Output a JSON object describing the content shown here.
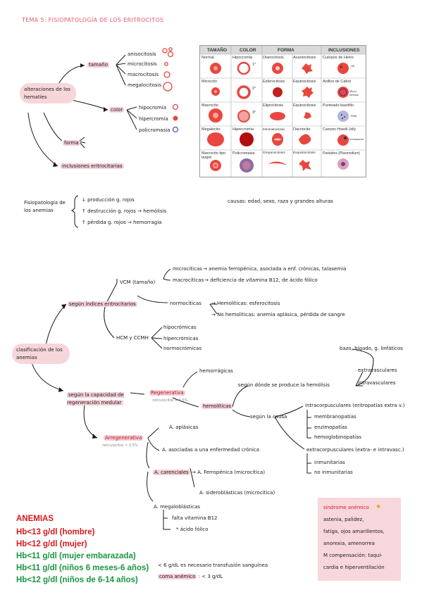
{
  "title": "TEMA 5: FISIOPATOLOGÍA DE LOS ERITROCITOS",
  "alteraciones": {
    "root": "alteraciones de los hematíes",
    "tamano": "tamaño",
    "tamano_items": [
      "anisocitosis",
      "microcitosis",
      "macrocitosis",
      "megalocitosis"
    ],
    "color": "color",
    "color_items": [
      "hipocromía",
      "hipercromía",
      "policromasia"
    ],
    "forma": "forma",
    "inclusiones": "inclusiones eritrocitarias"
  },
  "table": {
    "headers": [
      "TAMAÑO",
      "COLOR",
      "FORMA",
      "INCLUSIONES"
    ],
    "tamano": [
      "Normal",
      "Microcito",
      "Macrocito",
      "Megalocito",
      "Macrocito tipo target"
    ],
    "color": [
      "Hipocromía",
      "Hipercromía",
      "Policromasia"
    ],
    "color_markers": [
      "1°",
      "2°",
      "3°"
    ],
    "forma": [
      "Dianocitosis",
      "Acantocitosis",
      "Esferocitosis",
      "Equinocitosis",
      "Eliptocitosis",
      "Equinocitosis",
      "Estomatocitosis",
      "Dacriocito",
      "Drepanocitosis",
      "Esquistocitosis"
    ],
    "inclusiones": [
      "Cuerpos de Heinz",
      "Anillos de Cabot",
      "Punteado basófilo",
      "Cuerpos Howell-Jolly",
      "Parásitos (Plasmodium)"
    ],
    "inclusion_tags": [
      "Hb",
      "Micro-túbulos",
      "RNA",
      "Cromosoma"
    ]
  },
  "fisiopatologia": {
    "label": "Fisiopatología de los anemias",
    "items": [
      "↓ producción g. rojos",
      "↑ destrucción g. rojos → hemólisis",
      "↑ pérdida g. rojos → hemorragia"
    ],
    "causas": "causas: edad, sexo, raza y grandes alturas"
  },
  "clasificacion": {
    "root": "clasificación de los anemias",
    "indices": "según índices eritrocitarios",
    "vcm": "VCM (tamaño)",
    "microciticas": "microcíticas",
    "microciticas_desc": "→ anemia ferropénica, asociada a enf. crónicas, talasemia",
    "macrociticas": "macrocíticas",
    "macrociticas_desc": "→ deficiencia de vitamina B12, de ácido fólico",
    "normociticas": "normocíticas",
    "hemoliticas_line": "→ Hemolíticas: esferocitosis",
    "no_hemoliticas_line": "→ No hemolíticas: anemia aplásica, pérdida de sangre",
    "hcm": "HCM y CCMH",
    "hcm_items": [
      "hipocrómicas",
      "hipercrómicas",
      "normocrómicas"
    ],
    "capacidad": "según la capacidad de regeneración medular",
    "regenerativa": "Regenerativa",
    "regenerativa_note": "reticulocitos ≥ 0.5%",
    "hemorragicas": "hemorrágicas",
    "hemoliticas": "hemolíticas",
    "donde": "según dónde se produce la hemólisis",
    "bazo": "bazo, hígado, g. linfáticos",
    "extravasculares": "extravasculares",
    "intravasculares": "intravasculares",
    "causa": "según la causa",
    "intracorpusculares": "intracorpusculares (eritropatías extra v.)",
    "intra_items": [
      "membranopatías",
      "enzimopatías",
      "hemoglobinopatías"
    ],
    "extracorpusculares": "extracorpusculares (extra- e intravasc.)",
    "extra_items": [
      "inmunitarias",
      "no inmunitarias"
    ],
    "arregenerativa": "Arregenerativa",
    "arregenerativa_note": "reticulocitos < 0.5%",
    "aplasicas": "A. aplásicas",
    "asociadas": "A. asociadas a una enfermedad crónica",
    "carenciales": "A. carenciales",
    "ferropenica": "→ A. Ferropénica (microcítica)",
    "sideroblasticas": "A. sideroblásticas (microcítica)",
    "megaloblasticas": "A. megaloblásticas",
    "megalo_items": [
      "falta vitamina B12",
      "* ácido fólico"
    ]
  },
  "anemias": {
    "heading": "ANEMIAS",
    "lines": [
      {
        "text": "Hb<13 g/dl (hombre)",
        "color": "#d7191c"
      },
      {
        "text": "Hb<12 g/dl (mujer)",
        "color": "#d7191c"
      },
      {
        "text": "Hb<11 g/dl (mujer embarazada)",
        "color": "#1a9641"
      },
      {
        "text": "Hb<11 g/dl (niños 6 meses-6 años)",
        "color": "#1a9641"
      },
      {
        "text": "Hb<12 g/dl (niños de 6-14 años)",
        "color": "#1a9641"
      }
    ],
    "transfusion": "< 6 g/dL es necesario transfusión sanguínea",
    "coma_label": "coma anémico",
    "coma_value": ": < 3 g/dL"
  },
  "sindrome": {
    "title": "síndrome anémico",
    "lines": [
      "astenia, palidez,",
      "fatiga, ojos amarillentos,",
      "anorexia, amenorrea",
      "M compensación: taqui-",
      "cardia e hiperventilación"
    ]
  },
  "colors": {
    "title": "#e55a6a",
    "highlight": "#f6cfd6",
    "red_cell": "#e8473f",
    "dark_red": "#b2172b"
  }
}
